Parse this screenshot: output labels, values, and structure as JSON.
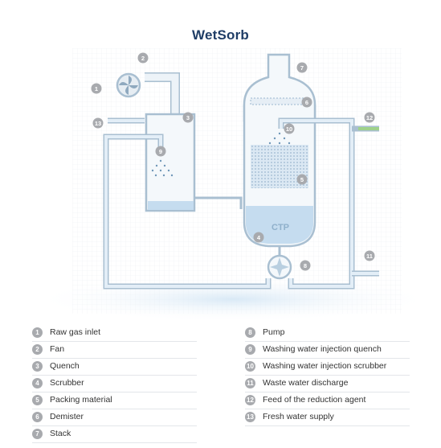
{
  "title": "WetSorb",
  "logo_text": "CTP",
  "colors": {
    "pipe": "#d3e2ee",
    "pipe_edge": "#a9bfd1",
    "water": "#c5dcef",
    "badge": "#a8aaae",
    "title": "#1f3d66",
    "reagent": "#9fd18a"
  },
  "markers": [
    "1",
    "2",
    "3",
    "4",
    "5",
    "6",
    "7",
    "8",
    "9",
    "10",
    "11",
    "12",
    "13"
  ],
  "legend": {
    "left": [
      {
        "num": "1",
        "label": "Raw gas inlet"
      },
      {
        "num": "2",
        "label": "Fan"
      },
      {
        "num": "3",
        "label": "Quench"
      },
      {
        "num": "4",
        "label": "Scrubber"
      },
      {
        "num": "5",
        "label": "Packing material"
      },
      {
        "num": "6",
        "label": "Demister"
      },
      {
        "num": "7",
        "label": "Stack"
      }
    ],
    "right": [
      {
        "num": "8",
        "label": "Pump"
      },
      {
        "num": "9",
        "label": "Washing water injection quench"
      },
      {
        "num": "10",
        "label": "Washing water injection scrubber"
      },
      {
        "num": "11",
        "label": "Waste water discharge"
      },
      {
        "num": "12",
        "label": "Feed of the reduction agent"
      },
      {
        "num": "13",
        "label": "Fresh water supply"
      }
    ]
  }
}
